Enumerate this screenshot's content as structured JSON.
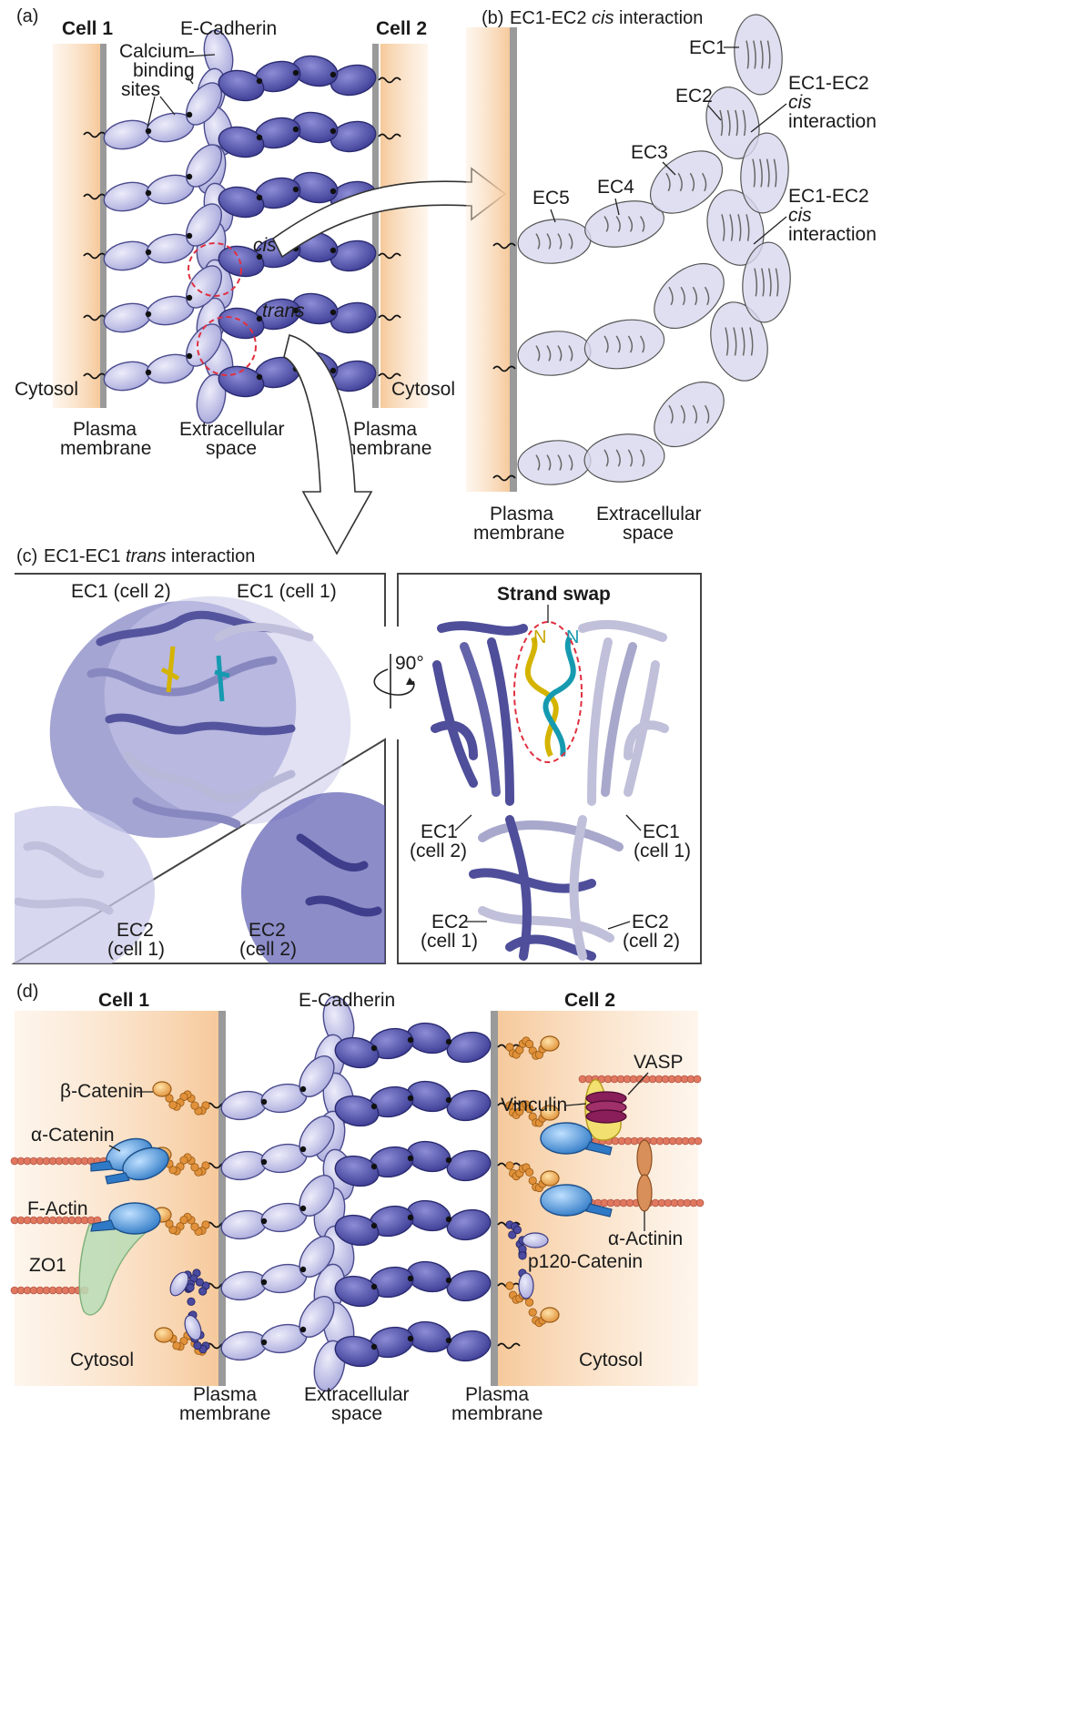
{
  "colors": {
    "cytosol": "#f8d3ad",
    "membrane": "#9a9a9a",
    "cell1_domain": "#b9b9e3",
    "cell2_domain": "#5b5bb0",
    "catenin_orange": "#e0913a",
    "alpha_catenin_blue": "#3f8ad0",
    "actin_red": "#e07860",
    "vinculin_yellow": "#f2e070",
    "vasp_magenta": "#8a1e5a",
    "actinin_brown": "#d98f5a",
    "zo1_green": "#b9dcb6",
    "highlight_red": "#e03040",
    "strand_yellow": "#d4b400",
    "strand_teal": "#159ab0"
  },
  "panel_a": {
    "tag": "(a)",
    "cell1": "Cell 1",
    "cell2": "Cell 2",
    "ecad": "E-Cadherin",
    "calcium": [
      "Calcium-",
      "binding",
      "sites"
    ],
    "cis": "cis",
    "trans": "trans",
    "cytosol_left": "Cytosol",
    "cytosol_right": "Cytosol",
    "pm_left": [
      "Plasma",
      "membrane"
    ],
    "extracellular": [
      "Extracellular",
      "space"
    ],
    "pm_right": [
      "Plasma",
      "membrane"
    ]
  },
  "panel_b": {
    "tag": "(b)",
    "title_main": "EC1-EC2 ",
    "title_italic": "cis",
    "title_end": " interaction",
    "ec1": "EC1",
    "ec2": "EC2",
    "ec3": "EC3",
    "ec4": "EC4",
    "ec5": "EC5",
    "cis1": [
      "EC1-EC2",
      "cis",
      "interaction"
    ],
    "cis2": [
      "EC1-EC2",
      "cis",
      "interaction"
    ],
    "pm": [
      "Plasma",
      "membrane"
    ],
    "extracellular": [
      "Extracellular",
      "space"
    ]
  },
  "panel_c": {
    "tag": "(c)",
    "title_main": "EC1-EC1 ",
    "title_italic": "trans",
    "title_end": " interaction",
    "ec1_cell2": "EC1 (cell 2)",
    "ec1_cell1": "EC1 (cell 1)",
    "ec2_cell1_left": [
      "EC2",
      "(cell 1)"
    ],
    "ec2_cell2_left": [
      "EC2",
      "(cell 2)"
    ],
    "rotation": "90°",
    "strand_swap": "Strand swap",
    "n_yellow": "N",
    "n_teal": "N",
    "right_ec1_cell2": [
      "EC1",
      "(cell 2)"
    ],
    "right_ec1_cell1": [
      "EC1",
      "(cell 1)"
    ],
    "right_ec2_cell1": [
      "EC2",
      "(cell 1)"
    ],
    "right_ec2_cell2": [
      "EC2",
      "(cell 2)"
    ]
  },
  "panel_d": {
    "tag": "(d)",
    "cell1": "Cell 1",
    "ecad": "E-Cadherin",
    "cell2": "Cell 2",
    "beta_catenin": "β-Catenin",
    "alpha_catenin": "α-Catenin",
    "f_actin": "F-Actin",
    "zo1": "ZO1",
    "vasp": "VASP",
    "vinculin": "Vinculin",
    "alpha_actinin": "α-Actinin",
    "p120": "p120-Catenin",
    "cytosol_left": "Cytosol",
    "cytosol_right": "Cytosol",
    "pm_left": [
      "Plasma",
      "membrane"
    ],
    "extracellular": [
      "Extracellular",
      "space"
    ],
    "pm_right": [
      "Plasma",
      "membrane"
    ]
  }
}
